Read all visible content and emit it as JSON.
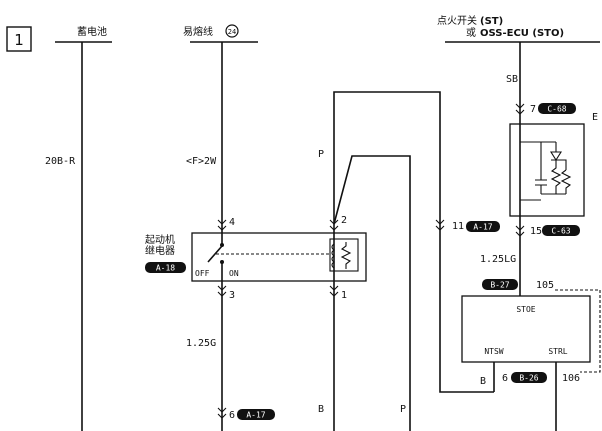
{
  "page_number": "1",
  "columns": {
    "battery": "蓄电池",
    "fusible_link": "易熔线",
    "fusible_link_num": "24",
    "ignition_line1_cn": "点火开关",
    "ignition_line1_code": "(ST)",
    "ignition_line2_cn": "或",
    "ignition_line2_code": "OSS-ECU (STO)"
  },
  "wires": {
    "battery": "20B-R",
    "fusible": "<F>2W",
    "p_upper": "P",
    "sb": "SB",
    "lg": "1.25LG",
    "g": "1.25G",
    "b_lower": "B",
    "p_lower": "P",
    "b_right": "B"
  },
  "pins": {
    "relay_4": "4",
    "relay_2": "2",
    "relay_3": "3",
    "relay_1": "1",
    "relay_off": "OFF",
    "relay_on": "ON",
    "top_7": "7",
    "bot_15": "15",
    "conn_11": "11",
    "conn_105": "105",
    "conn_6a": "6",
    "conn_6b": "6",
    "conn_106": "106"
  },
  "connectors": {
    "c7": "C-68",
    "c15": "C-63",
    "c11": "A-17",
    "c105": "B-27",
    "c_relay": "A-18",
    "c6b": "B-26",
    "c6a": "A-17"
  },
  "relay": {
    "line1": "起动机",
    "line2": "继电器"
  },
  "ecu": {
    "stoe": "STOE",
    "ntsw": "NTSW",
    "strl": "STRL"
  },
  "side_letter": "E"
}
